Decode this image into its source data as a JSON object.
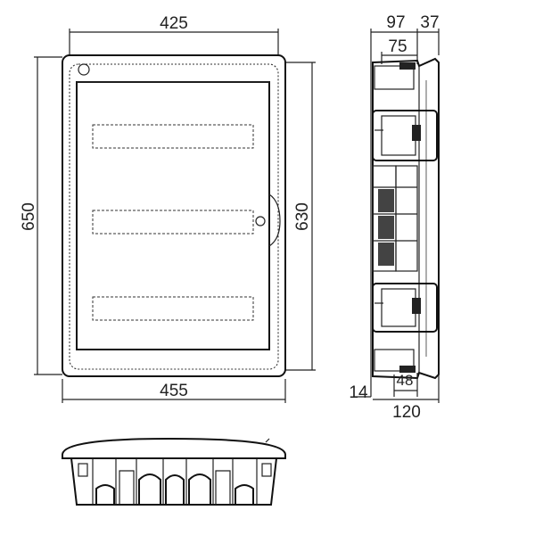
{
  "front_view": {
    "width_inner": "425",
    "width_outer": "455",
    "height_outer": "650",
    "height_inner": "630"
  },
  "side_view": {
    "depth_total": "97",
    "depth_door": "37",
    "depth_inner": "75",
    "depth_120": "120",
    "depth_48": "48",
    "offset_14": "14"
  }
}
